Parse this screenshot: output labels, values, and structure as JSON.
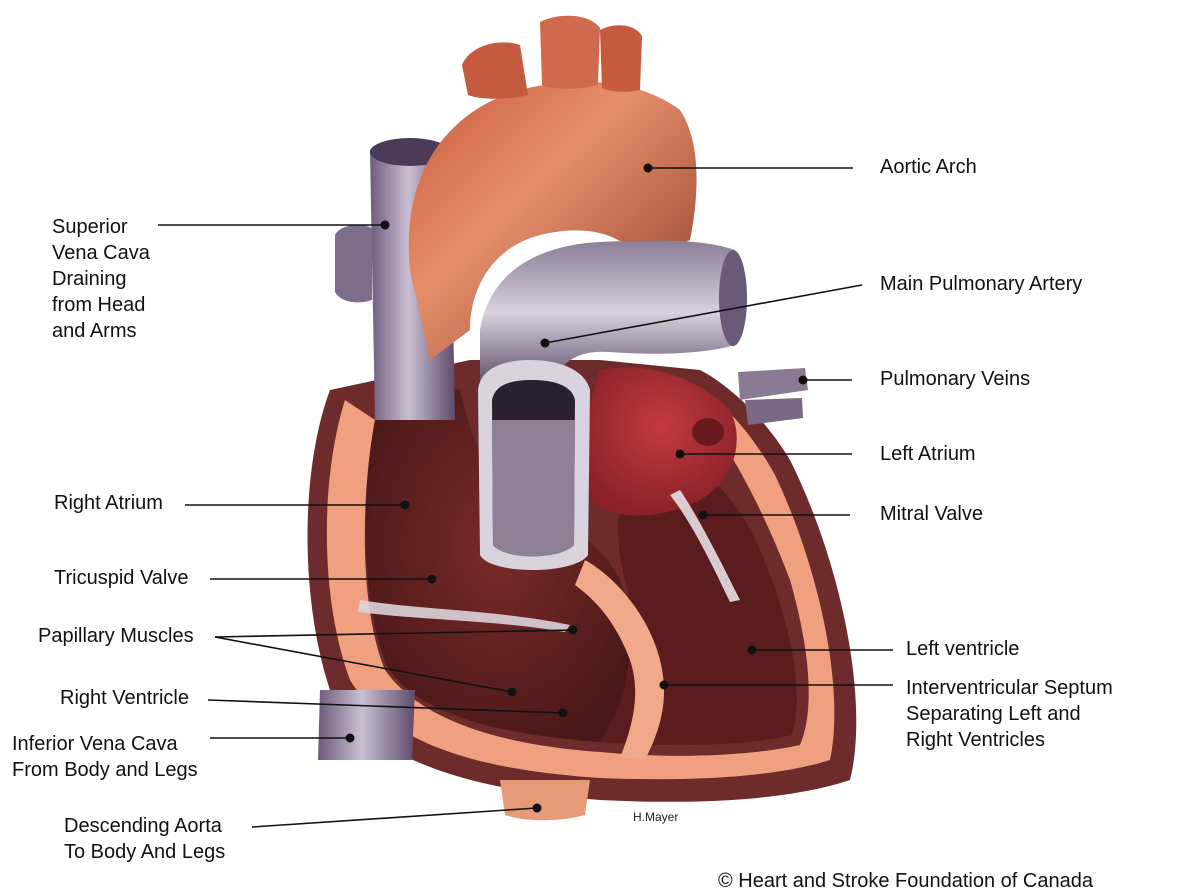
{
  "labels": {
    "aortic_arch": "Aortic Arch",
    "main_pulmonary_artery": "Main Pulmonary Artery",
    "pulmonary_veins": "Pulmonary Veins",
    "left_atrium": "Left Atrium",
    "mitral_valve": "Mitral Valve",
    "left_ventricle": "Left ventricle",
    "septum": [
      "Interventricular Septum",
      "Separating Left and",
      "Right Ventricles"
    ],
    "superior_vena_cava": [
      "Superior",
      "Vena Cava",
      "Draining",
      "from Head",
      "and Arms"
    ],
    "right_atrium": "Right Atrium",
    "tricuspid_valve": "Tricuspid Valve",
    "papillary_muscles": "Papillary Muscles",
    "right_ventricle": "Right Ventricle",
    "inferior_vena_cava": [
      "Inferior Vena Cava",
      "From Body and Legs"
    ],
    "descending_aorta": [
      "Descending Aorta",
      "To Body And Legs"
    ]
  },
  "artist": "H.Mayer",
  "copyright": "© Heart and Stroke Foundation of Canada"
}
